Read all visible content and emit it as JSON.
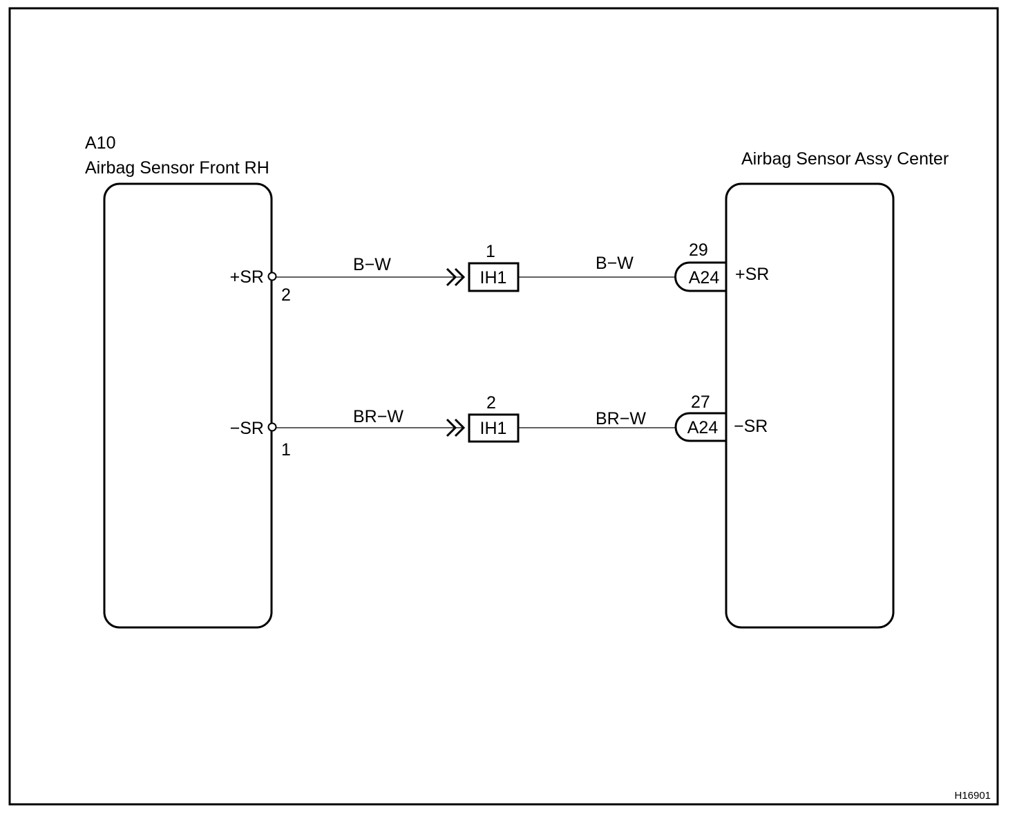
{
  "left_component": {
    "code": "A10",
    "name": "Airbag Sensor Front RH",
    "terminals": [
      {
        "name": "+SR",
        "pin": "2"
      },
      {
        "name": "−SR",
        "pin": "1"
      }
    ]
  },
  "right_component": {
    "name": "Airbag Sensor Assy Center",
    "terminals": [
      {
        "name": "+SR",
        "pin": "29",
        "connector": "A24"
      },
      {
        "name": "−SR",
        "pin": "27",
        "connector": "A24"
      }
    ]
  },
  "wires": [
    {
      "color_left": "B−W",
      "color_right": "B−W",
      "junction": "IH1",
      "junction_pin": "1"
    },
    {
      "color_left": "BR−W",
      "color_right": "BR−W",
      "junction": "IH1",
      "junction_pin": "2"
    }
  ],
  "figure_id": "H16901"
}
